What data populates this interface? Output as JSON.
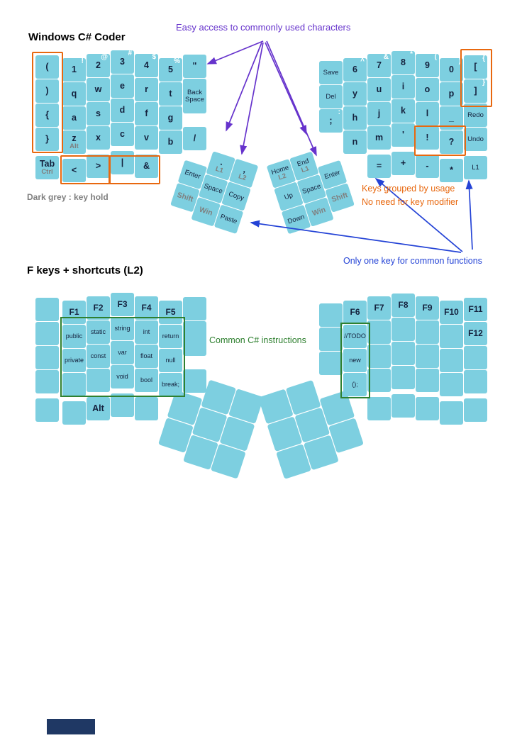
{
  "titles": {
    "layer1": "Windows C# Coder",
    "layer2": "F keys + shortcuts (L2)"
  },
  "annotations": {
    "easy_access": "Easy access to commonly used characters",
    "dark_grey_note": "Dark grey : key hold",
    "grouped1": "Keys grouped by usage",
    "grouped2": "No need for key modifier",
    "one_key": "Only one key for common functions",
    "csharp": "Common C# instructions"
  },
  "colors": {
    "key_fill": "#7dcfe0",
    "key_text": "#14213d",
    "shift_label": "#ffffff",
    "hold_label": "#7f7f7f",
    "orange": "#e8680f",
    "purple": "#6633cc",
    "blue": "#2443d6",
    "green": "#2f8030",
    "footer_bar": "#1f3864"
  },
  "keyboard": {
    "layer1": {
      "left": [
        [
          {
            "l": "("
          },
          {
            "l": ")"
          },
          {
            "l": "{"
          },
          {
            "l": "}"
          },
          {
            "l": "Tab",
            "h": "Ctrl"
          }
        ],
        [
          {
            "l": "1",
            "s": "!"
          },
          {
            "l": "q"
          },
          {
            "l": "a"
          },
          {
            "l": "z",
            "h": "Alt"
          },
          {
            "l": "<"
          }
        ],
        [
          {
            "l": "2",
            "s": "@"
          },
          {
            "l": "w"
          },
          {
            "l": "s"
          },
          {
            "l": "x"
          },
          {
            "l": ">"
          }
        ],
        [
          {
            "l": "3",
            "s": "#"
          },
          {
            "l": "e"
          },
          {
            "l": "d"
          },
          {
            "l": "c"
          },
          {
            "l": "|"
          }
        ],
        [
          {
            "l": "4",
            "s": "$"
          },
          {
            "l": "r"
          },
          {
            "l": "f"
          },
          {
            "l": "v"
          },
          {
            "l": "&"
          }
        ],
        [
          {
            "l": "5",
            "s": "%"
          },
          {
            "l": "t"
          },
          {
            "l": "g"
          },
          {
            "l": "b"
          },
          null
        ],
        [
          {
            "l": "\""
          },
          {
            "l": "Back Space",
            "t": "small",
            "tall": true
          },
          null,
          {
            "l": "/"
          },
          null
        ]
      ],
      "right": [
        [
          {
            "l": "Save",
            "t": "small"
          },
          {
            "l": "Del",
            "t": "small"
          },
          {
            "l": ";",
            "s": ":"
          },
          null,
          null
        ],
        [
          {
            "l": "6",
            "s": "^"
          },
          {
            "l": "y"
          },
          {
            "l": "h"
          },
          {
            "l": "n"
          },
          null
        ],
        [
          {
            "l": "7",
            "s": "&"
          },
          {
            "l": "u"
          },
          {
            "l": "j"
          },
          {
            "l": "m"
          },
          {
            "l": "="
          }
        ],
        [
          {
            "l": "8",
            "s": "*"
          },
          {
            "l": "i"
          },
          {
            "l": "k"
          },
          {
            "l": "'"
          },
          {
            "l": "+"
          }
        ],
        [
          {
            "l": "9",
            "s": "("
          },
          {
            "l": "o"
          },
          {
            "l": "l"
          },
          {
            "l": "!"
          },
          {
            "l": "-"
          }
        ],
        [
          {
            "l": "0",
            "s": ")"
          },
          {
            "l": "p"
          },
          {
            "l": "_"
          },
          {
            "l": "?"
          },
          {
            "l": "*"
          }
        ],
        [
          {
            "l": "[",
            "s": "{"
          },
          {
            "l": "]",
            "s": "}"
          },
          {
            "l": "Redo",
            "t": "small"
          },
          {
            "l": "Undo",
            "t": "small"
          },
          {
            "l": "L1",
            "t": "small"
          }
        ]
      ],
      "left_thumb": [
        [
          {
            "l": "Enter",
            "t": "small"
          },
          {
            "l": ".",
            "h": "L1"
          },
          {
            "l": ",",
            "h": "L2"
          }
        ],
        [
          {
            "l": "Shift",
            "t": "hold"
          },
          {
            "l": "Space",
            "t": "small"
          },
          {
            "l": "Copy",
            "t": "small"
          }
        ],
        [
          null,
          {
            "l": "Win",
            "t": "hold"
          },
          {
            "l": "Paste",
            "t": "small"
          }
        ]
      ],
      "right_thumb": [
        [
          {
            "l": "Home",
            "t": "small",
            "h": "L2"
          },
          {
            "l": "End",
            "t": "small",
            "h": "L1"
          },
          {
            "l": "Enter",
            "t": "small"
          }
        ],
        [
          {
            "l": "Up",
            "t": "small"
          },
          {
            "l": "Space",
            "t": "small"
          },
          {
            "l": "Shift",
            "t": "hold"
          }
        ],
        [
          {
            "l": "Down",
            "t": "small"
          },
          {
            "l": "Win",
            "t": "hold"
          },
          null
        ]
      ]
    },
    "layer2": {
      "left": [
        [
          {},
          {},
          {},
          {},
          {}
        ],
        [
          {
            "l": "F1",
            "t": "f"
          },
          {
            "l": "public",
            "t": "code"
          },
          {
            "l": "private",
            "t": "code"
          },
          {},
          {}
        ],
        [
          {
            "l": "F2",
            "t": "f"
          },
          {
            "l": "static",
            "t": "code"
          },
          {
            "l": "const",
            "t": "code"
          },
          {},
          {
            "l": "Alt"
          }
        ],
        [
          {
            "l": "F3",
            "t": "f"
          },
          {
            "l": "string",
            "t": "code"
          },
          {
            "l": "var",
            "t": "code"
          },
          {
            "l": "void",
            "t": "code"
          },
          {}
        ],
        [
          {
            "l": "F4",
            "t": "f"
          },
          {
            "l": "int",
            "t": "code"
          },
          {
            "l": "float",
            "t": "code"
          },
          {
            "l": "bool",
            "t": "code"
          },
          {}
        ],
        [
          {
            "l": "F5",
            "t": "f"
          },
          {
            "l": "return",
            "t": "code"
          },
          {
            "l": "null",
            "t": "code"
          },
          {
            "l": "break;",
            "t": "code"
          },
          null
        ],
        [
          {},
          {
            "tall": true
          },
          null,
          {},
          null
        ]
      ],
      "right": [
        [
          {},
          {},
          {},
          null,
          null
        ],
        [
          {
            "l": "F6",
            "t": "f"
          },
          {
            "l": "//TODO",
            "t": "code"
          },
          {
            "l": "new",
            "t": "code"
          },
          {
            "l": "();",
            "t": "code"
          },
          null
        ],
        [
          {
            "l": "F7",
            "t": "f"
          },
          {},
          {},
          {},
          {}
        ],
        [
          {
            "l": "F8",
            "t": "f"
          },
          {},
          {},
          {},
          {}
        ],
        [
          {
            "l": "F9",
            "t": "f"
          },
          {},
          {},
          {},
          {}
        ],
        [
          {
            "l": "F10",
            "t": "f"
          },
          {},
          {},
          {},
          {}
        ],
        [
          {
            "l": "F11",
            "t": "f"
          },
          {
            "l": "F12",
            "t": "f"
          },
          {},
          {},
          {}
        ]
      ],
      "left_thumb": [
        [
          {},
          {},
          {}
        ],
        [
          {},
          {},
          {}
        ],
        [
          null,
          {},
          {}
        ]
      ],
      "right_thumb": [
        [
          {},
          {},
          {}
        ],
        [
          {},
          {},
          {}
        ],
        [
          {},
          {},
          null
        ]
      ]
    }
  }
}
